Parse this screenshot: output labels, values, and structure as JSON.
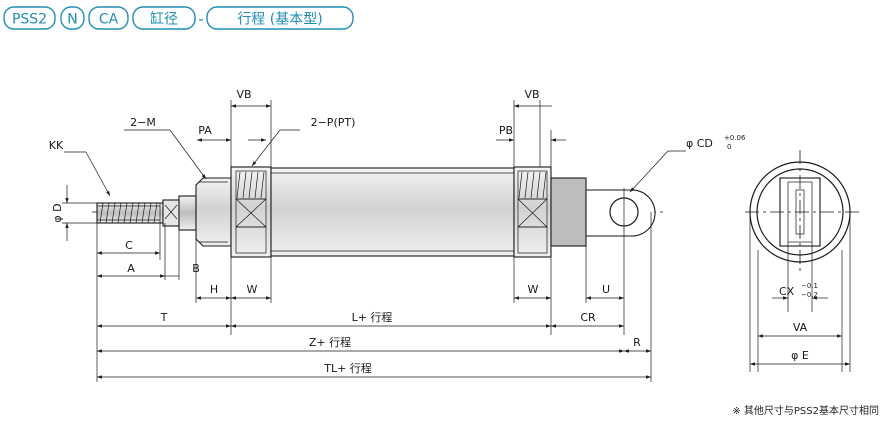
{
  "model_code": {
    "series": "PSS2",
    "option_n": "N",
    "option_ca": "CA",
    "bore": "缸径",
    "dash": "-",
    "stroke": "行程 (基本型)"
  },
  "dimensions": {
    "vb_left": "VB",
    "vb_right": "VB",
    "m_port": "2−M",
    "p_port": "2−P(PT)",
    "pa": "PA",
    "pb": "PB",
    "kk": "KK",
    "phi_d": "φ D",
    "c": "C",
    "a": "A",
    "b": "B",
    "h": "H",
    "w_left": "W",
    "w_right": "W",
    "u": "U",
    "cr": "CR",
    "r": "R",
    "t": "T",
    "l_stroke": "L+ 行程",
    "z_stroke": "Z+ 行程",
    "tl_stroke": "TL+ 行程",
    "phi_cd": "φ CD",
    "cd_tol_upper": "+0.06",
    "cd_tol_lower": "0",
    "cx": "CX",
    "cx_tol_upper": "−0.1",
    "cx_tol_lower": "−0.2",
    "va": "VA",
    "phi_e": "φ E"
  },
  "footnote": "※ 其他尺寸与PSS2基本尺寸相同",
  "colors": {
    "accent": "#1f8fb5",
    "body_fill": "#dcdcdc",
    "clevis_fill": "#bdbdbd",
    "line": "#1a1a1a"
  }
}
